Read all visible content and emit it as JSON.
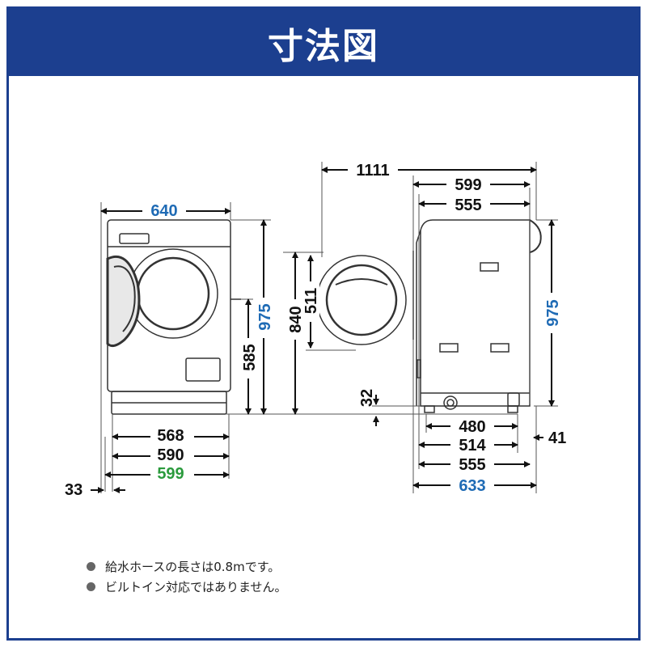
{
  "title": "寸法図",
  "colors": {
    "header": "#1c3f8f",
    "blue": "#1f6bb5",
    "green": "#2a9a3c",
    "black": "#111111"
  },
  "front_view": {
    "width_total": "640",
    "height_total": "975",
    "height_hose": "585",
    "base_568": "568",
    "base_590": "590",
    "base_599": "599",
    "offset_33": "33"
  },
  "side_view": {
    "door_open_depth": "1111",
    "depth_599": "599",
    "depth_555_top": "555",
    "door_height": "840",
    "door_diameter": "511",
    "height_total": "975",
    "clearance_32": "32",
    "base_480": "480",
    "base_514": "514",
    "base_555": "555",
    "base_633": "633",
    "offset_41": "41"
  },
  "notes": [
    "給水ホースの長さは0.8mです。",
    "ビルトイン対応ではありません。"
  ]
}
